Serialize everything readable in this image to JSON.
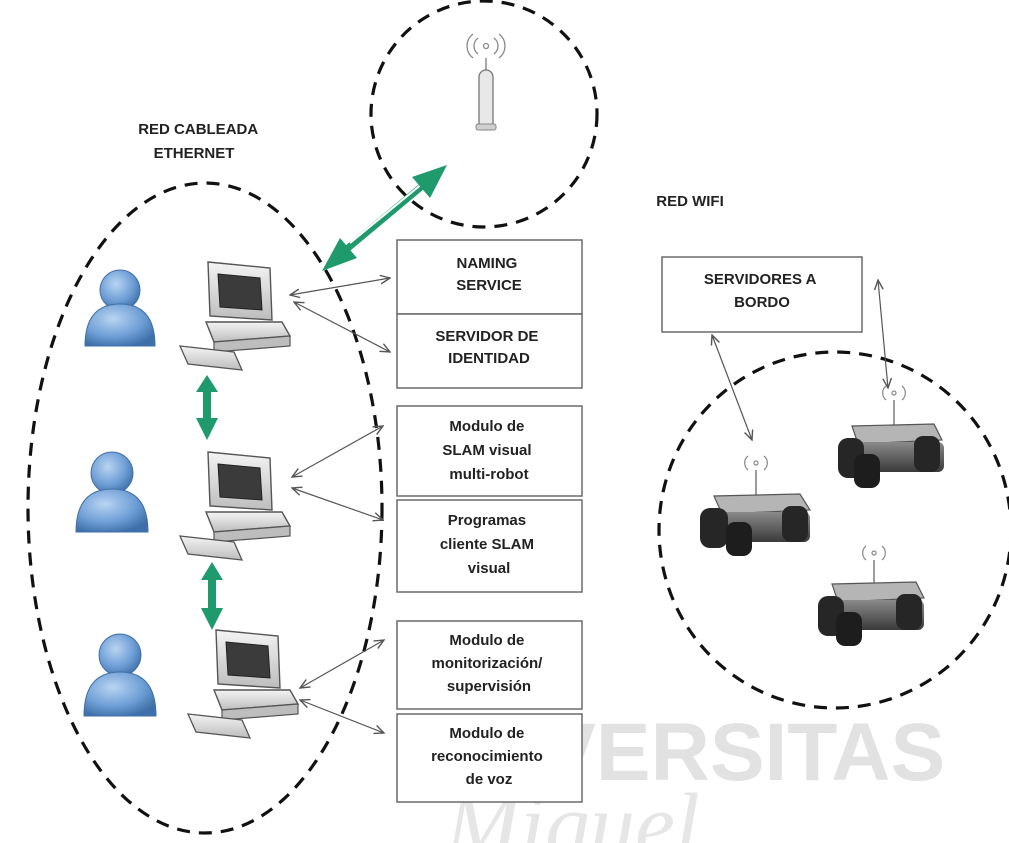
{
  "regions": {
    "wired": [
      "RED CABLEADA",
      "ETHERNET"
    ],
    "wifi": "RED WIFI"
  },
  "boxes": {
    "naming": [
      "NAMING",
      "SERVICE"
    ],
    "identity": [
      "SERVIDOR DE",
      "IDENTIDAD"
    ],
    "slam_module": [
      "Modulo de",
      "SLAM visual",
      "multi-robot"
    ],
    "slam_clients": [
      "Programas",
      "cliente SLAM",
      "visual"
    ],
    "monitoring": [
      "Modulo de",
      "monitorización/",
      "supervisión"
    ],
    "voice": [
      "Modulo de",
      "reconocimiento",
      "de voz"
    ],
    "onboard": [
      "SERVIDORES A",
      "BORDO"
    ]
  },
  "watermark": {
    "line1": "UNIVERSITAS",
    "line2": "Miguel"
  },
  "colors": {
    "link_arrow": "#1f9a6c",
    "user_icon": "#6f9fd6",
    "dashed_boundary": "#111111",
    "box_border": "#6a6a6a"
  },
  "icons": [
    "user-icon",
    "computer-icon",
    "access-point-icon",
    "robot-icon",
    "wifi-signal-icon"
  ]
}
